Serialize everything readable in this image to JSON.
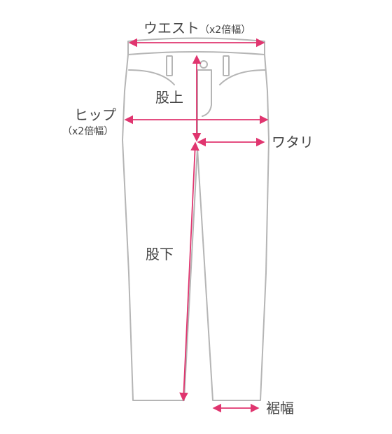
{
  "colors": {
    "outline": "#b5b5b5",
    "measure": "#e0356f",
    "text": "#444444"
  },
  "labels": {
    "waist_main": "ウエスト",
    "waist_note": "（x2倍幅）",
    "rise": "股上",
    "hip_main": "ヒップ",
    "hip_note": "（x2倍幅）",
    "thigh": "ワタリ",
    "inseam": "股下",
    "hem": "裾幅"
  }
}
